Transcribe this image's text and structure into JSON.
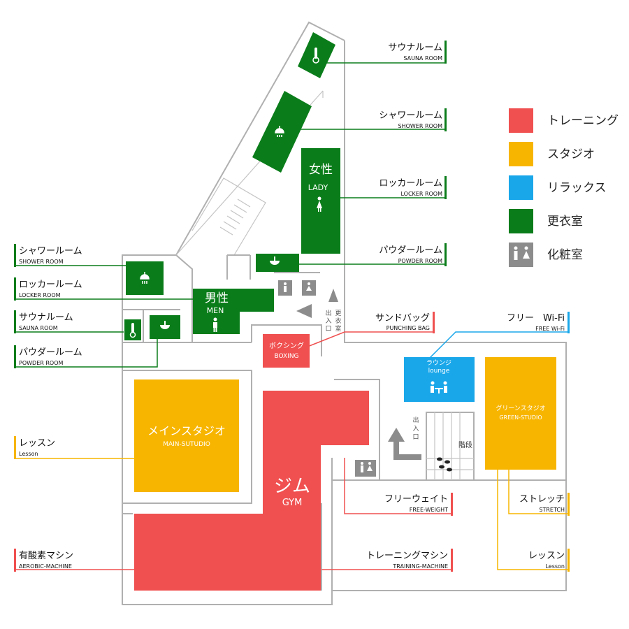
{
  "legend": [
    {
      "label": "トレーニング",
      "color": "#f05050"
    },
    {
      "label": "スタジオ",
      "color": "#f7b500"
    },
    {
      "label": "リラックス",
      "color": "#1aa7ea"
    },
    {
      "label": "更衣室",
      "color": "#0a7d1a"
    },
    {
      "label": "化粧室",
      "color": "#8c8c8c"
    }
  ],
  "rooms": {
    "ladies": {
      "ja": "女性",
      "en": "LADY"
    },
    "mens": {
      "ja": "男性",
      "en": "MEN"
    },
    "boxing": {
      "ja": "ボクシング",
      "en": "BOXING"
    },
    "lounge": {
      "ja": "ラウンジ",
      "en": "lounge"
    },
    "green_studio": {
      "ja": "グリーンスタジオ",
      "en": "GREEN-STUDIO"
    },
    "main_studio": {
      "ja": "メインスタジオ",
      "en": "MAIN-SUTUDIO"
    },
    "gym": {
      "ja": "ジム",
      "en": "GYM"
    }
  },
  "markers": {
    "exit_changing": [
      "出",
      "入",
      "口"
    ],
    "exit_changing2": [
      "更",
      "衣",
      "室"
    ],
    "exit_stairs": [
      "出",
      "入",
      "口"
    ],
    "stairs": "階段"
  },
  "callouts": [
    {
      "id": "r-sauna",
      "ja": "サウナルーム",
      "en": "SAUNA ROOM",
      "color": "#0a7d1a"
    },
    {
      "id": "r-shower",
      "ja": "シャワールーム",
      "en": "SHOWER ROOM",
      "color": "#0a7d1a"
    },
    {
      "id": "r-locker",
      "ja": "ロッカールーム",
      "en": "LOCKER ROOM",
      "color": "#0a7d1a"
    },
    {
      "id": "r-powder",
      "ja": "パウダールーム",
      "en": "POWDER ROOM",
      "color": "#0a7d1a"
    },
    {
      "id": "l-shower",
      "ja": "シャワールーム",
      "en": "SHOWER ROOM",
      "color": "#0a7d1a"
    },
    {
      "id": "l-locker",
      "ja": "ロッカールーム",
      "en": "LOCKER ROOM",
      "color": "#0a7d1a"
    },
    {
      "id": "l-sauna",
      "ja": "サウナルーム",
      "en": "SAUNA ROOM",
      "color": "#0a7d1a"
    },
    {
      "id": "l-powder",
      "ja": "パウダールーム",
      "en": "POWDER ROOM",
      "color": "#0a7d1a"
    },
    {
      "id": "r-punching",
      "ja": "サンドバッグ",
      "en": "PUNCHING BAG",
      "color": "#f05050"
    },
    {
      "id": "r-wifi",
      "ja": "フリー　Wi-Fi",
      "en": "FREE Wi-Fi",
      "color": "#1aa7ea"
    },
    {
      "id": "l-lesson",
      "ja": "レッスン",
      "en": "Lesson",
      "color": "#f7b500"
    },
    {
      "id": "r-freeweight",
      "ja": "フリーウェイト",
      "en": "FREE-WEIGHT",
      "color": "#f05050"
    },
    {
      "id": "r-stretch",
      "ja": "ストレッチ",
      "en": "STRETCH",
      "color": "#f7b500"
    },
    {
      "id": "l-aerobic",
      "ja": "有酸素マシン",
      "en": "AEROBIC-MACHINE",
      "color": "#f05050"
    },
    {
      "id": "r-training",
      "ja": "トレーニングマシン",
      "en": "TRAINING-MACHINE",
      "color": "#f05050"
    },
    {
      "id": "r-lesson",
      "ja": "レッスン",
      "en": "Lesson",
      "color": "#f7b500"
    }
  ]
}
